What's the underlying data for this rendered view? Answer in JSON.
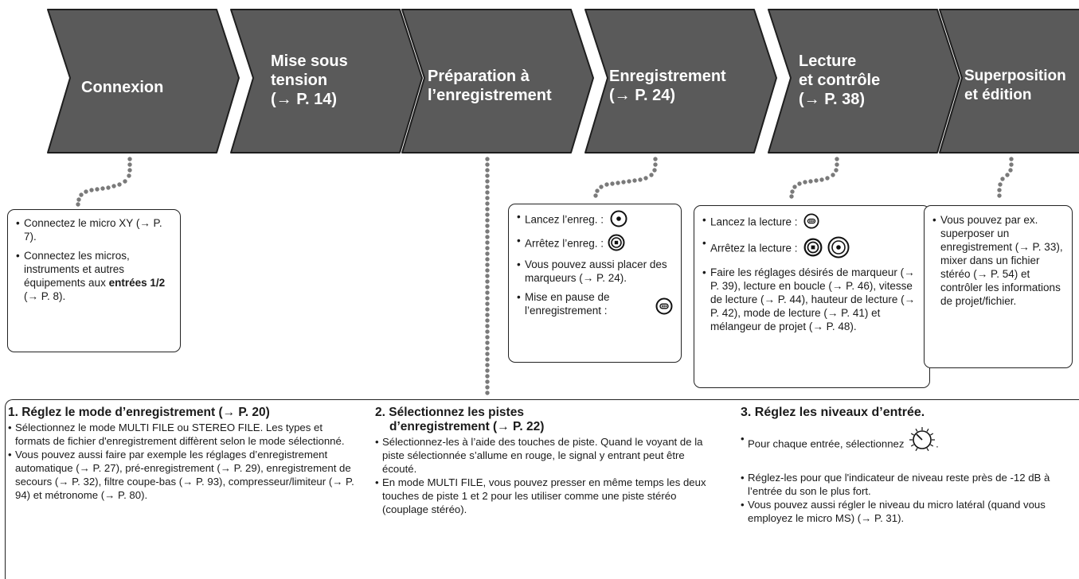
{
  "steps": [
    {
      "id": "connexion",
      "label": "Connexion"
    },
    {
      "id": "mise-sous-tension",
      "label": "Mise sous\ntension\n(→ P. 14)"
    },
    {
      "id": "preparation",
      "label": "Préparation à\nl’enregistrement"
    },
    {
      "id": "enregistrement",
      "label": "Enregistrement\n(→ P. 24)"
    },
    {
      "id": "lecture",
      "label": "Lecture\net contrôle\n(→ P. 38)"
    },
    {
      "id": "superposition",
      "label": "Superposition\net édition"
    }
  ],
  "boxes": {
    "connexion": {
      "item1": "Connectez le micro XY (→ P. 7).",
      "item2_pre": "Connectez les micros, instruments et autres équipements aux ",
      "item2_bold": "entrées 1/2",
      "item2_post": " (→ P. 8)."
    },
    "enregistrement": {
      "start": "Lancez l’enreg. :",
      "stop": "Arrêtez l’enreg. :",
      "markers": "Vous pouvez aussi placer des marqueurs (→ P. 24).",
      "pause": "Mise en pause de l’enregistrement :"
    },
    "lecture": {
      "play": "Lancez la lecture :",
      "stop": "Arrêtez la lecture :",
      "settings": "Faire les réglages désirés de marqueur (→ P.  39), lecture en boucle (→ P. 46), vitesse de lecture (→ P. 44), hauteur de lecture (→ P. 42), mode de lecture (→ P. 41) et mélangeur de projet (→ P. 48)."
    },
    "superposition": {
      "item1": "Vous pouvez par ex. superposer un enregistrement (→ P. 33), mixer dans un fichier stéréo (→ P. 54) et contrôler les informations de projet/fichier."
    }
  },
  "bottom": {
    "col1": {
      "title": "1. Réglez le mode d’enregistrement (→ P. 20)",
      "item1": "Sélectionnez le mode MULTI FILE ou STEREO FILE. Les types et formats de fichier d'enregistrement diffèrent selon le mode sélectionné.",
      "item2": "Vous pouvez aussi faire par exemple les réglages d’enregistrement automatique (→ P. 27), pré-enregistrement (→ P. 29), enregistrement de secours (→ P. 32), filtre coupe-bas (→ P. 93), compresseur/limiteur (→ P. 94) et métronome (→ P. 80)."
    },
    "col2": {
      "title_line1": "2. Sélectionnez les pistes",
      "title_line2": "d’enregistrement (→ P. 22)",
      "item1": "Sélectionnez-les à l’aide des touches de piste. Quand le voyant de la piste sélectionnée s’allume en rouge, le signal y entrant peut être écouté.",
      "item2": "En mode MULTI FILE, vous pouvez presser en même temps les deux touches de piste 1 et 2 pour les utiliser comme une piste stéréo (couplage stéréo)."
    },
    "col3": {
      "title": "3. Réglez les niveaux d’entrée.",
      "item1": "Pour chaque entrée, sélectionnez",
      "item1_end": ".",
      "item2": "Réglez-les pour que l'indicateur de niveau reste près de -12 dB à l’entrée du son le plus fort.",
      "item3": "Vous pouvez aussi régler le niveau du micro latéral (quand vous employez le micro MS) (→ P. 31)."
    }
  },
  "colors": {
    "step_fill": "#5a5a5a",
    "step_stroke": "#1e1e1e",
    "dots": "#7a7a7a"
  },
  "icons": {
    "record": "record-button-icon",
    "stop": "stop-button-icon",
    "pause_play": "play-pause-button-icon",
    "knob": "gain-knob-icon"
  }
}
